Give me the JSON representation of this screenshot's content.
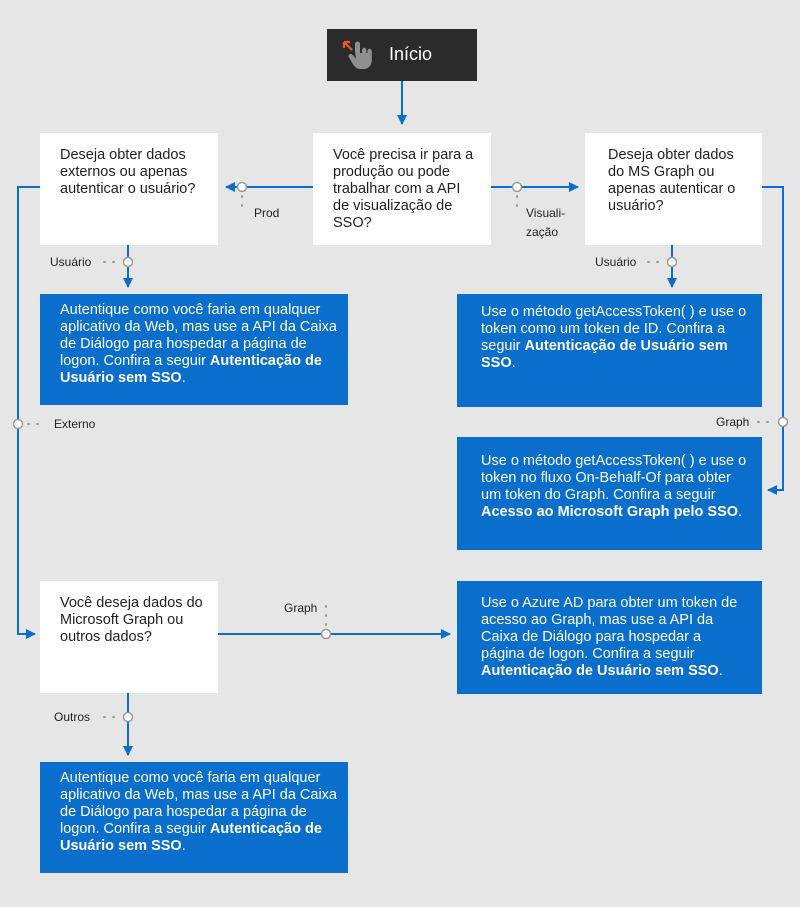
{
  "start": {
    "label": "Início",
    "icon": "hand-pointer-icon"
  },
  "questions": {
    "production": "Você precisa ir para a produção ou pode trabalhar com a API de visualização de SSO?",
    "external_or_auth": "Deseja obter dados externos ou apenas autenticar o usuário?",
    "msgraph_or_auth": "Deseja obter dados do MS Graph ou apenas autenticar o usuário?",
    "graph_or_other": "Você deseja dados do Microsoft Graph ou outros dados?"
  },
  "answers": {
    "dialog_auth_1": {
      "text": "Autentique como você faria em qualquer aplicativo da Web, mas use a API da Caixa de Diálogo para hospedar a página de logon. Confira a seguir ",
      "bold": "Autenticação de Usuário sem SSO",
      "end": "."
    },
    "token_id": {
      "text": "Use o método getAccessToken( ) e use o token como um token de ID. Confira a seguir ",
      "bold": "Autenticação de Usuário sem SSO",
      "end": "."
    },
    "on_behalf_of": {
      "text": "Use o método getAccessToken( ) e use o token no fluxo On-Behalf-Of para obter um token do Graph. Confira a seguir ",
      "bold": "Acesso ao Microsoft Graph pelo SSO",
      "end": "."
    },
    "azure_ad": {
      "text": "Use o Azure AD para obter um token de acesso ao Graph, mas use a API da Caixa de Diálogo para hospedar a página de logon. Confira a seguir ",
      "bold": "Autenticação de Usuário sem SSO",
      "end": "."
    },
    "dialog_auth_2": {
      "text": "Autentique como você faria em qualquer aplicativo da Web, mas use a API da Caixa de Diálogo para hospedar a página de logon. Confira a seguir ",
      "bold": "Autenticação de Usuário sem SSO",
      "end": "."
    }
  },
  "edge_labels": {
    "prod": "Prod",
    "preview_1": "Visuali-",
    "preview_2": "zação",
    "user_left": "Usuário",
    "user_right": "Usuário",
    "external": "Externo",
    "graph_right": "Graph",
    "graph_middle": "Graph",
    "others": "Outros"
  },
  "colors": {
    "accent": "#0a6ecc",
    "background": "#e6e6e6",
    "start": "#2b2b2b",
    "question": "#ffffff"
  }
}
